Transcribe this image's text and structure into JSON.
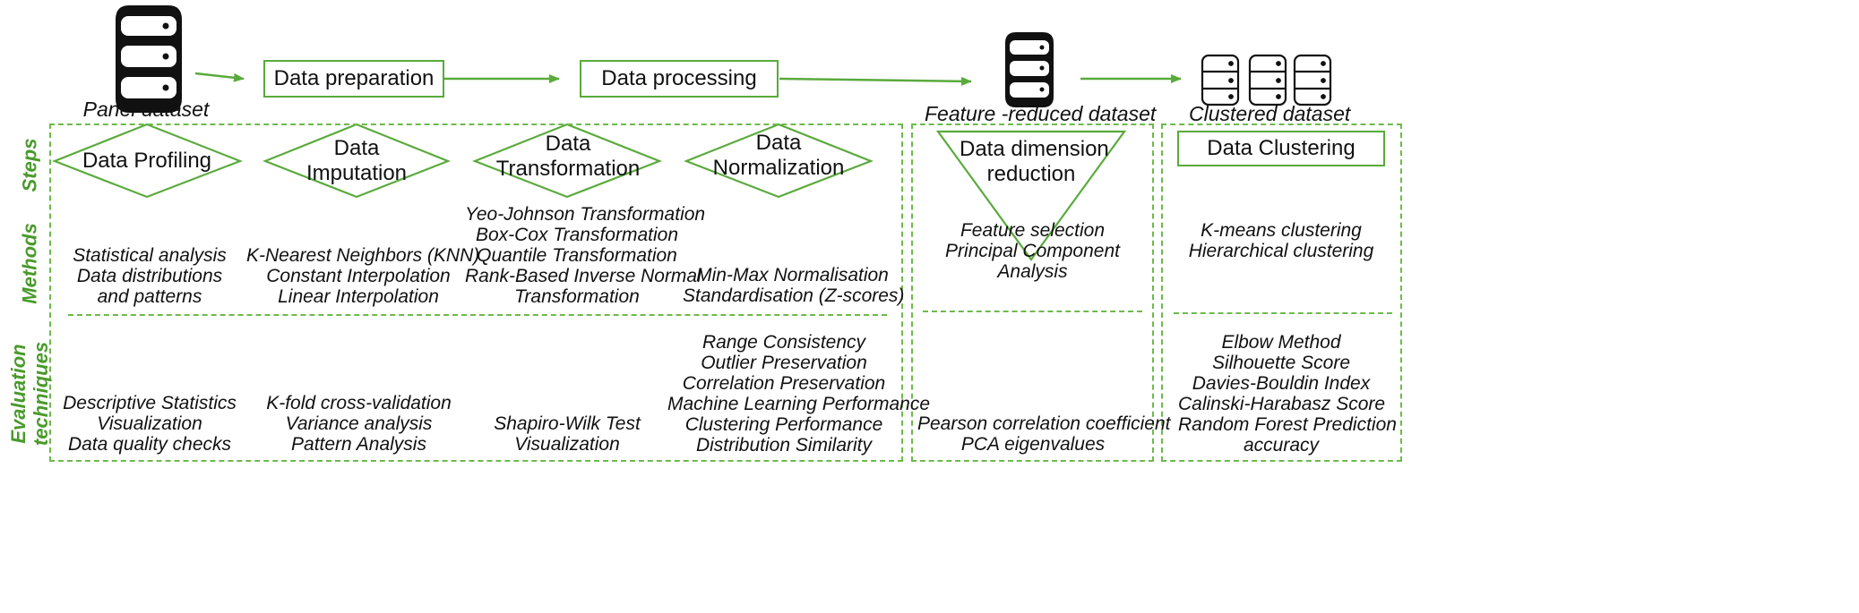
{
  "top": {
    "panel_dataset": "Panel dataset",
    "data_preparation": "Data preparation",
    "data_processing": "Data processing",
    "feature_reduced": "Feature -reduced dataset",
    "clustered": "Clustered dataset"
  },
  "row_labels": {
    "steps": "Steps",
    "methods": "Methods",
    "evaluation_1": "Evaluation",
    "evaluation_2": "techniques"
  },
  "steps": {
    "profiling": "Data Profiling",
    "imputation_1": "Data",
    "imputation_2": "Imputation",
    "transformation_1": "Data",
    "transformation_2": "Transformation",
    "normalization_1": "Data",
    "normalization_2": "Normalization",
    "reduction_1": "Data dimension",
    "reduction_2": "reduction",
    "clustering": "Data Clustering"
  },
  "methods": {
    "profiling": [
      "Statistical analysis",
      "Data distributions",
      "and patterns"
    ],
    "imputation": [
      "K-Nearest Neighbors (KNN)",
      "Constant Interpolation",
      "Linear Interpolation"
    ],
    "transformation": [
      "Yeo-Johnson Transformation",
      "Box-Cox Transformation",
      "Quantile Transformation",
      "Rank-Based Inverse Normal",
      "Transformation"
    ],
    "normalization": [
      "Min-Max Normalisation",
      "Standardisation (Z-scores)"
    ],
    "reduction": [
      "Feature selection",
      "Principal Component",
      "Analysis"
    ],
    "clustering": [
      "K-means clustering",
      "Hierarchical clustering"
    ]
  },
  "evaluation": {
    "profiling": [
      "Descriptive Statistics",
      "Visualization",
      "Data quality checks"
    ],
    "imputation": [
      "K-fold cross-validation",
      "Variance analysis",
      "Pattern Analysis"
    ],
    "transformation": [
      "Shapiro-Wilk Test",
      "Visualization"
    ],
    "normalization": [
      "Range Consistency",
      "Outlier Preservation",
      "Correlation Preservation",
      "Machine Learning Performance",
      "Clustering Performance",
      "Distribution Similarity"
    ],
    "reduction": [
      "Pearson correlation coefficient",
      "PCA eigenvalues"
    ],
    "clustering": [
      "Elbow Method",
      "Silhouette Score",
      "Davies-Bouldin Index",
      "Calinski-Harabasz Score",
      "Random Forest Prediction",
      "accuracy"
    ]
  },
  "colors": {
    "accent": "#5aaa3c",
    "label": "#4a9a2c",
    "text": "#111111"
  },
  "icons": [
    "database-icon",
    "arrow-icon"
  ]
}
